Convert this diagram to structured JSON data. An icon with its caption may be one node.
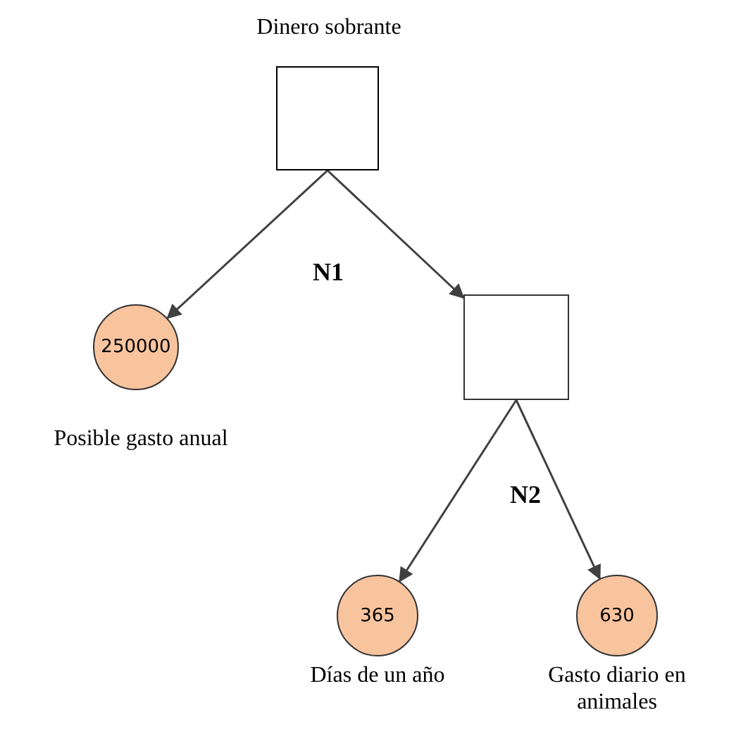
{
  "diagram": {
    "nodes": [
      {
        "text": [
          "Dinero sobrante"
        ]
      },
      {
        "text": [
          "250000"
        ],
        "beside": [
          "Posible gasto anual"
        ]
      },
      {
        "text": [],
        "shape": "box"
      },
      {
        "text": [
          "365"
        ],
        "beside": [
          "Días de un año"
        ]
      },
      {
        "text": [
          "630"
        ],
        "beside": [
          "Gasto diario en animales"
        ]
      }
    ],
    "edges": [
      {
        "from": 0,
        "to": 1,
        "arrow": "to"
      },
      {
        "from": 0,
        "to": 2,
        "arrow": "to"
      },
      {
        "from": 2,
        "to": 3,
        "arrow": "to"
      },
      {
        "from": 2,
        "to": 4,
        "arrow": "to"
      }
    ],
    "labels": [
      "N1",
      "N2"
    ]
  }
}
